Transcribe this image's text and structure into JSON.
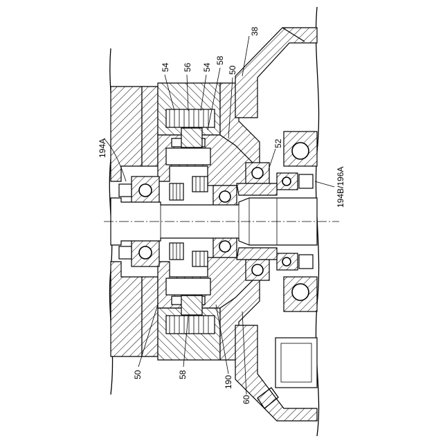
{
  "figure": {
    "labels": {
      "l38": "38",
      "l54a": "54",
      "l56": "56",
      "l54b": "54",
      "l58a": "58",
      "l50a": "50",
      "l194a": "194A",
      "l52": "52",
      "l194b196a": "194B/196A",
      "l50b": "50",
      "l58b": "58",
      "l190": "190",
      "l60": "60"
    }
  }
}
